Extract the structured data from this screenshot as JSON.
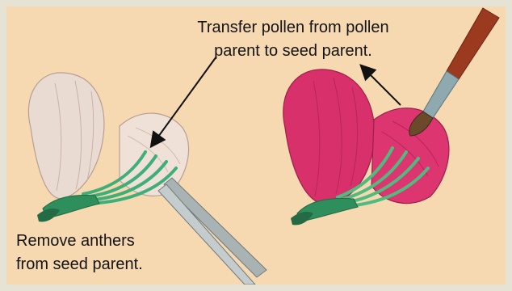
{
  "labels": {
    "transfer": "Transfer pollen from pollen\nparent to seed parent.",
    "remove": "Remove anthers\nfrom seed parent."
  },
  "colors": {
    "background": "#f6d8b1",
    "border": "#e6e3d4",
    "seed_flower_petal": "#eadbd2",
    "pollen_flower_petal": "#d8306a",
    "anther_green": "#3fae78",
    "tweezers": "#a9b3b4",
    "brush_handle": "#9c3a1f",
    "brush_ferrule": "#8ea9b0",
    "brush_bristles": "#6b4a2c"
  },
  "icons": [
    "seed-parent-flower",
    "pollen-parent-flower",
    "tweezers",
    "paintbrush",
    "arrow"
  ]
}
